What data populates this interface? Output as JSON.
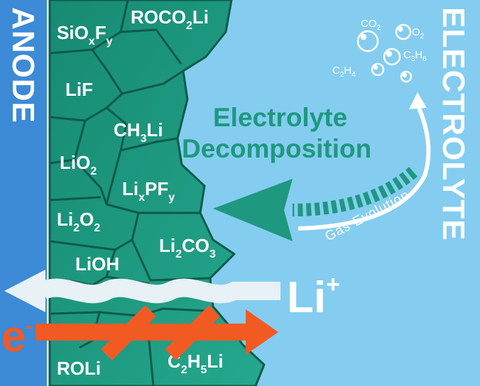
{
  "anode_label": "ANODE",
  "electrolyte_label": "ELECTROLYTE",
  "process_title_line1": "Electrolyte",
  "process_title_line2": "Decomposition",
  "gas_evolution_label": "Gas Evolution",
  "ion_label": "Li",
  "ion_charge": "+",
  "electron_label": "e",
  "electron_charge": "-",
  "sei_compounds": {
    "siox": {
      "main": "SiO",
      "s1": "x",
      "m2": "F",
      "s2": "y"
    },
    "roco2li": {
      "main": "ROCO",
      "s1": "2",
      "m2": "Li"
    },
    "lif": {
      "main": "LiF"
    },
    "ch3li": {
      "main": "CH",
      "s1": "3",
      "m2": "Li"
    },
    "lio2": {
      "main": "LiO",
      "s1": "2"
    },
    "lixpfy": {
      "main": "Li",
      "s1": "x",
      "m2": "PF",
      "s2": "y"
    },
    "li2o2": {
      "main": "Li",
      "s1": "2",
      "m2": "O",
      "s2": "2"
    },
    "lioh": {
      "main": "LiOH"
    },
    "li2co3": {
      "main": "Li",
      "s1": "2",
      "m2": "CO",
      "s2": "3"
    },
    "roli": {
      "main": "ROLi"
    },
    "c2h5li": {
      "main": "C",
      "s1": "2",
      "m2": "H",
      "s2": "5",
      "m3": "Li"
    }
  },
  "gases": {
    "co2": {
      "main": "CO",
      "sub": "2"
    },
    "o2": {
      "main": "O",
      "sub": "2"
    },
    "c3h6": {
      "main": "C",
      "s1": "3",
      "m2": "H",
      "s2": "6"
    },
    "c2h4": {
      "main": "C",
      "s1": "2",
      "m2": "H",
      "s2": "4"
    }
  },
  "colors": {
    "anode": "#3d8ad6",
    "electrolyte": "#84cdf0",
    "sei_fill": "#1f9880",
    "sei_stroke": "#0e5a4a",
    "electron_arrow": "#f25a24",
    "ion_arrow": "#e8f1f5",
    "text": "#ffffff"
  }
}
